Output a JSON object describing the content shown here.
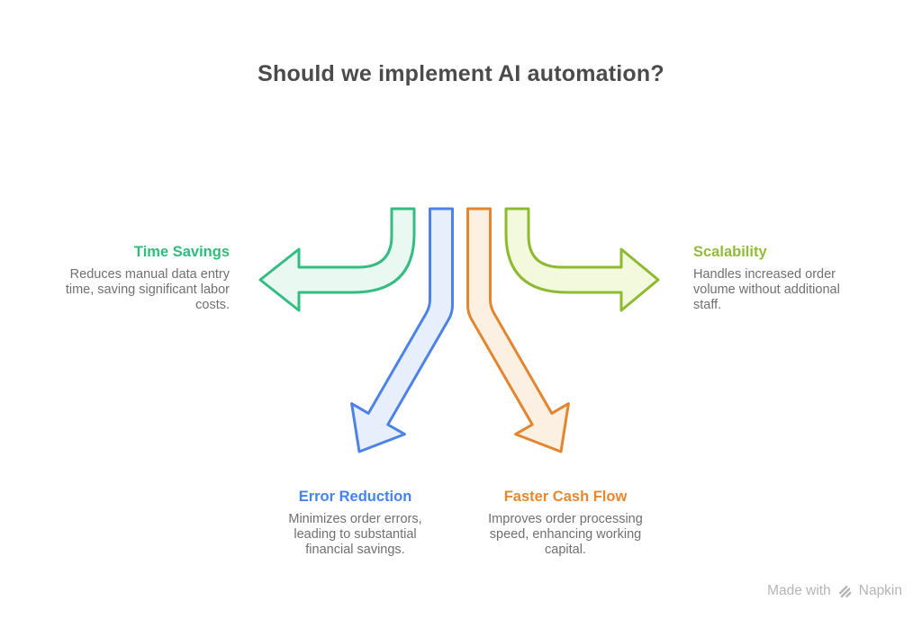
{
  "title": "Should we implement AI automation?",
  "benefits": {
    "time_savings": {
      "label": "Time Savings",
      "description": "Reduces manual data entry time, saving significant labor costs.",
      "label_color": "#2ebd7b",
      "arrow_stroke": "#34bd80",
      "arrow_fill": "#e9f9f1",
      "arrow_direction": "left"
    },
    "error_reduction": {
      "label": "Error Reduction",
      "description": "Minimizes order errors, leading to substantial financial savings.",
      "label_color": "#4583f2",
      "arrow_stroke": "#4d82e8",
      "arrow_fill": "#e8effc",
      "arrow_direction": "down-left"
    },
    "faster_cash_flow": {
      "label": "Faster Cash Flow",
      "description": "Improves order processing speed, enhancing working capital.",
      "label_color": "#e8882e",
      "arrow_stroke": "#e2862f",
      "arrow_fill": "#fcf0e2",
      "arrow_direction": "down-right"
    },
    "scalability": {
      "label": "Scalability",
      "description": "Handles increased order volume without additional staff.",
      "label_color": "#93bb3b",
      "arrow_stroke": "#8eba30",
      "arrow_fill": "#f3f9dc",
      "arrow_direction": "right"
    }
  },
  "footer": {
    "made_with": "Made with",
    "brand": "Napkin"
  },
  "colors": {
    "background": "#ffffff",
    "title_text": "#4b4b4b",
    "body_text": "#707070",
    "watermark": "#b5b5b5"
  }
}
